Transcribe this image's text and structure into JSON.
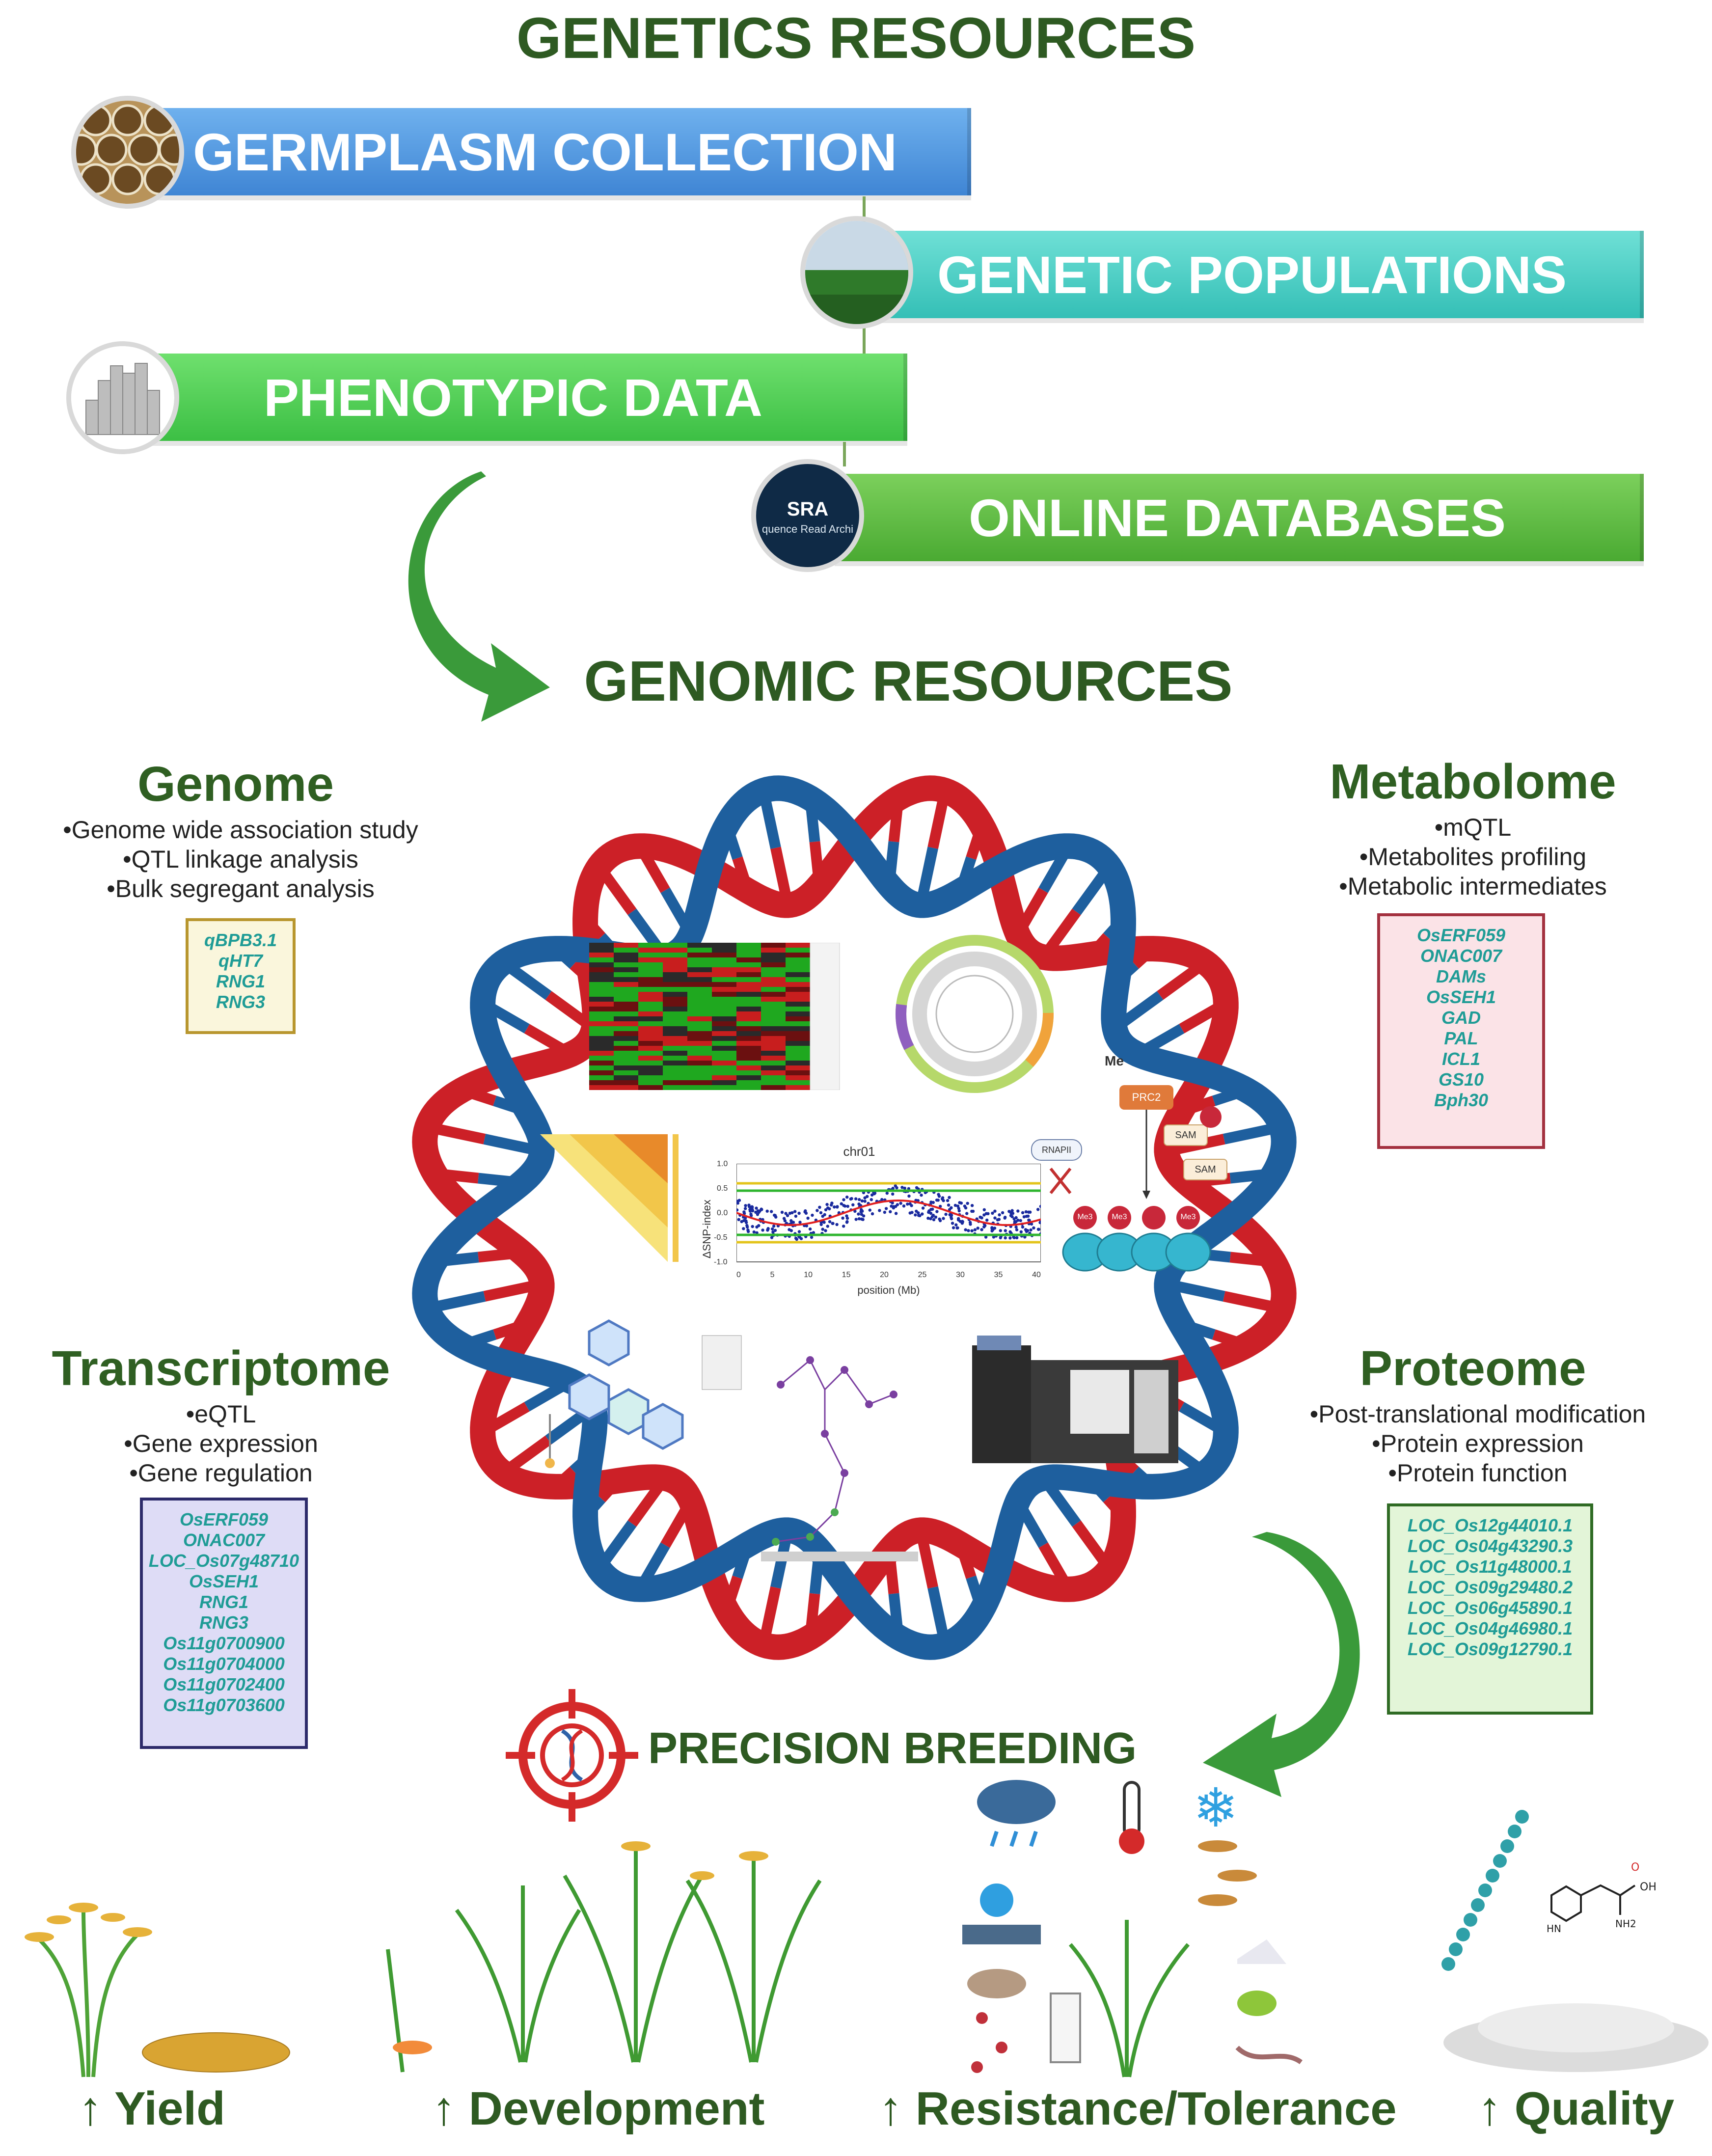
{
  "title": "GENETICS RESOURCES",
  "banners": [
    {
      "label": "GERMPLASM COLLECTION",
      "color": "#4a8fd8"
    },
    {
      "label": "GENETIC POPULATIONS",
      "color": "#3fc8c0"
    },
    {
      "label": "PHENOTYPIC DATA",
      "color": "#4cc84e"
    },
    {
      "label": "ONLINE DATABASES",
      "color": "#58b83c"
    }
  ],
  "sra_icon": {
    "line1": "SRA",
    "line2": "quence Read Archi"
  },
  "genomic_title": "GENOMIC RESOURCES",
  "sections": {
    "genome": {
      "title": "Genome",
      "bullets": [
        "Genome wide association study",
        "QTL linkage analysis",
        "Bulk segregant analysis"
      ],
      "genes": [
        "qBPB3.1",
        "qHT7",
        "RNG1",
        "RNG3"
      ]
    },
    "metabolome": {
      "title": "Metabolome",
      "bullets": [
        "mQTL",
        "Metabolites profiling",
        "Metabolic intermediates"
      ],
      "genes": [
        "OsERF059",
        "ONAC007",
        "DAMs",
        "OsSEH1",
        "GAD",
        "PAL",
        "ICL1",
        "GS10",
        "Bph30"
      ]
    },
    "transcriptome": {
      "title": "Transcriptome",
      "bullets": [
        "eQTL",
        "Gene expression",
        "Gene regulation"
      ],
      "genes": [
        "OsERF059",
        "ONAC007",
        "LOC_Os07g48710",
        "OsSEH1",
        "RNG1",
        "RNG3",
        "Os11g0700900",
        "Os11g0704000",
        "Os11g0702400",
        "Os11g0703600"
      ]
    },
    "proteome": {
      "title": "Proteome",
      "bullets": [
        "Post-translational modification",
        "Protein expression",
        "Protein function"
      ],
      "genes": [
        "LOC_Os12g44010.1",
        "LOC_Os04g43290.3",
        "LOC_Os11g48000.1",
        "LOC_Os09g29480.2",
        "LOC_Os06g45890.1",
        "LOC_Os04g46980.1",
        "LOC_Os09g12790.1"
      ]
    }
  },
  "snp_plot": {
    "title": "chr01",
    "xlabel": "position (Mb)",
    "ylabel": "ΔSNP-index",
    "x_ticks": [
      "0",
      "5",
      "10",
      "15",
      "20",
      "25",
      "30",
      "35",
      "40"
    ],
    "y_ticks": [
      "1.0",
      "0.5",
      "0.0",
      "-0.5",
      "-1.0"
    ]
  },
  "epigenetics": {
    "pathway_label": "Me",
    "prc2": "PRC2",
    "sam": "SAM",
    "rnapii": "RNAPII",
    "me3": "Me3"
  },
  "precision_title": "PRECISION BREEDING",
  "outcomes": [
    "↑ Yield",
    "↑ Development",
    "↑ Resistance/Tolerance",
    "↑ Quality"
  ],
  "molecule": {
    "oh": "OH",
    "nh2": "NH2",
    "hn": "HN",
    "o": "O"
  },
  "colors": {
    "title_green": "#2e5a22",
    "dna_red": "#cc2027",
    "dna_blue": "#1e5f9e",
    "gene_teal": "#1f9c96"
  }
}
